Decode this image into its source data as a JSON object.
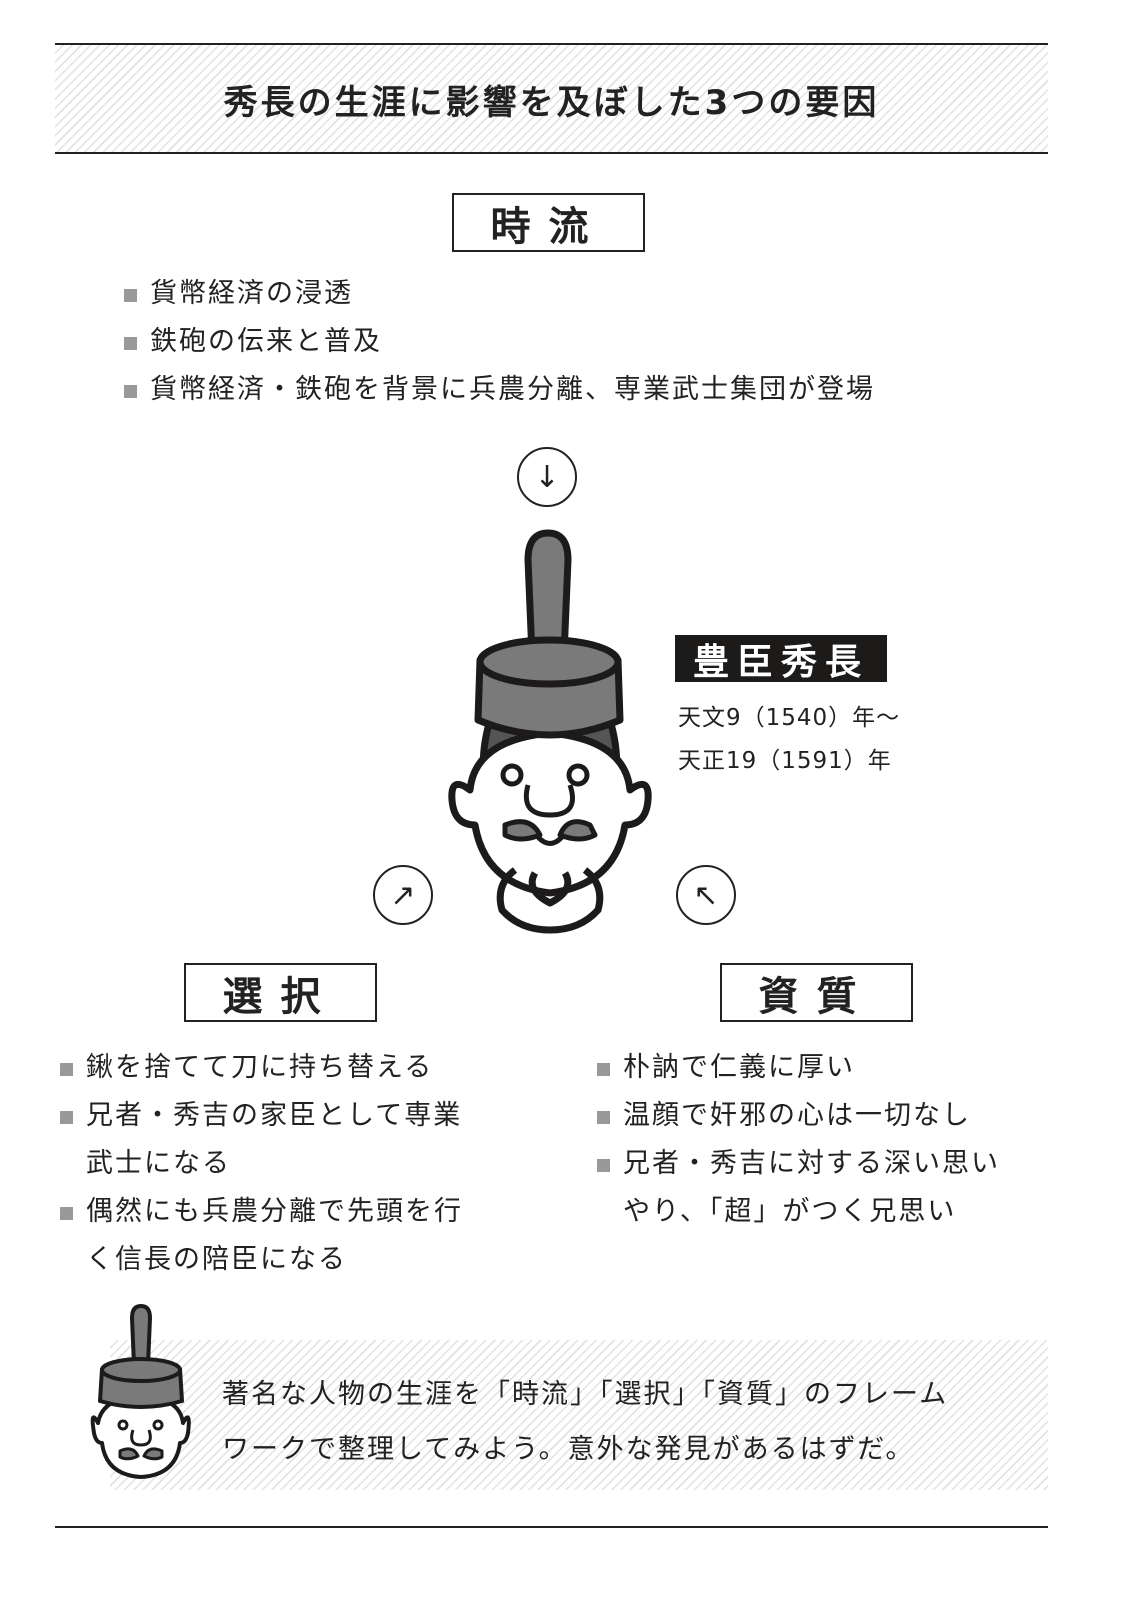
{
  "title": "秀長の生涯に影響を及ぼした3つの要因",
  "sections": {
    "jiryu": {
      "label": "時流",
      "items": [
        "貨幣経済の浸透",
        "鉄砲の伝来と普及",
        "貨幣経済・鉄砲を背景に兵農分離、専業武士集団が登場"
      ]
    },
    "sentaku": {
      "label": "選択",
      "items": [
        [
          "鍬を捨てて刀に持ち替える"
        ],
        [
          "兄者・秀吉の家臣として専業",
          "武士になる"
        ],
        [
          "偶然にも兵農分離で先頭を行",
          "く信長の陪臣になる"
        ]
      ]
    },
    "shishitsu": {
      "label": "資質",
      "items": [
        [
          "朴訥で仁義に厚い"
        ],
        [
          "温顔で奸邪の心は一切なし"
        ],
        [
          "兄者・秀吉に対する深い思い",
          "やり、「超」がつく兄思い"
        ]
      ]
    }
  },
  "person": {
    "name": "豊臣秀長",
    "born": "天文9（1540）年〜",
    "died": "天正19（1591）年"
  },
  "arrows": {
    "top": "↓",
    "left": "↗",
    "right": "↖"
  },
  "note": {
    "line1": "著名な人物の生涯を「時流」「選択」「資質」のフレーム",
    "line2": "ワークで整理してみよう。意外な発見があるはずだ。"
  },
  "colors": {
    "ink": "#222222",
    "hat_gray": "#7a7a7a",
    "bullet_gray": "#999999",
    "label_bg": "#1d1a1a"
  }
}
